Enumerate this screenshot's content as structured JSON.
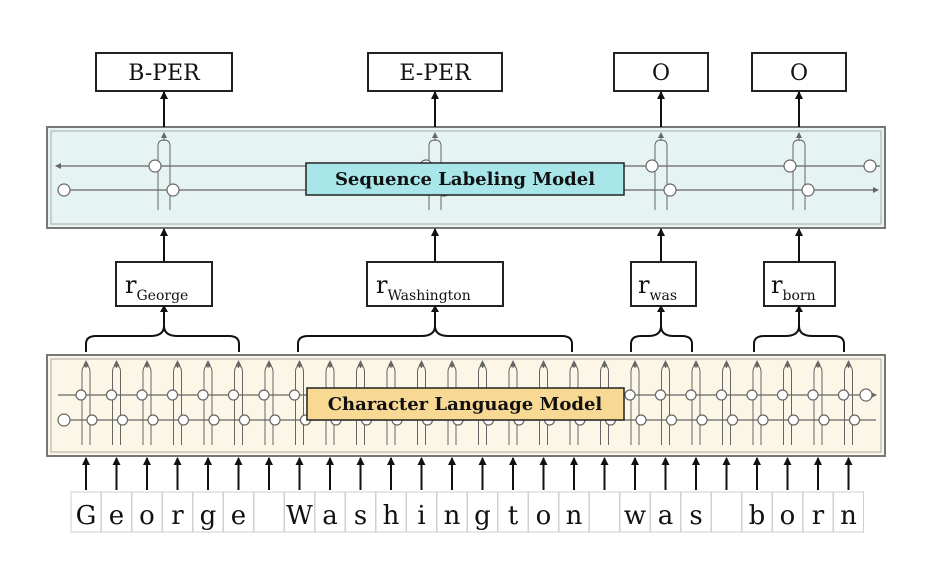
{
  "outputs": [
    "B-PER",
    "E-PER",
    "O",
    "O"
  ],
  "sequence_model_label": "Sequence Labeling Model",
  "character_model_label": "Character Language Model",
  "representations": [
    {
      "base": "r",
      "sub": "George"
    },
    {
      "base": "r",
      "sub": "Washington"
    },
    {
      "base": "r",
      "sub": "was"
    },
    {
      "base": "r",
      "sub": "born"
    }
  ],
  "characters": [
    "G",
    "e",
    "o",
    "r",
    "g",
    "e",
    " ",
    "W",
    "a",
    "s",
    "h",
    "i",
    "n",
    "g",
    "t",
    "o",
    "n",
    " ",
    "w",
    "a",
    "s",
    " ",
    "b",
    "o",
    "r",
    "n"
  ],
  "colors": {
    "sequence_model_fill": "#e6f3f3",
    "sequence_label_fill": "#a8e6ea",
    "character_model_fill": "#fbf6e6",
    "character_label_fill": "#f8d994",
    "line": "#666666"
  }
}
